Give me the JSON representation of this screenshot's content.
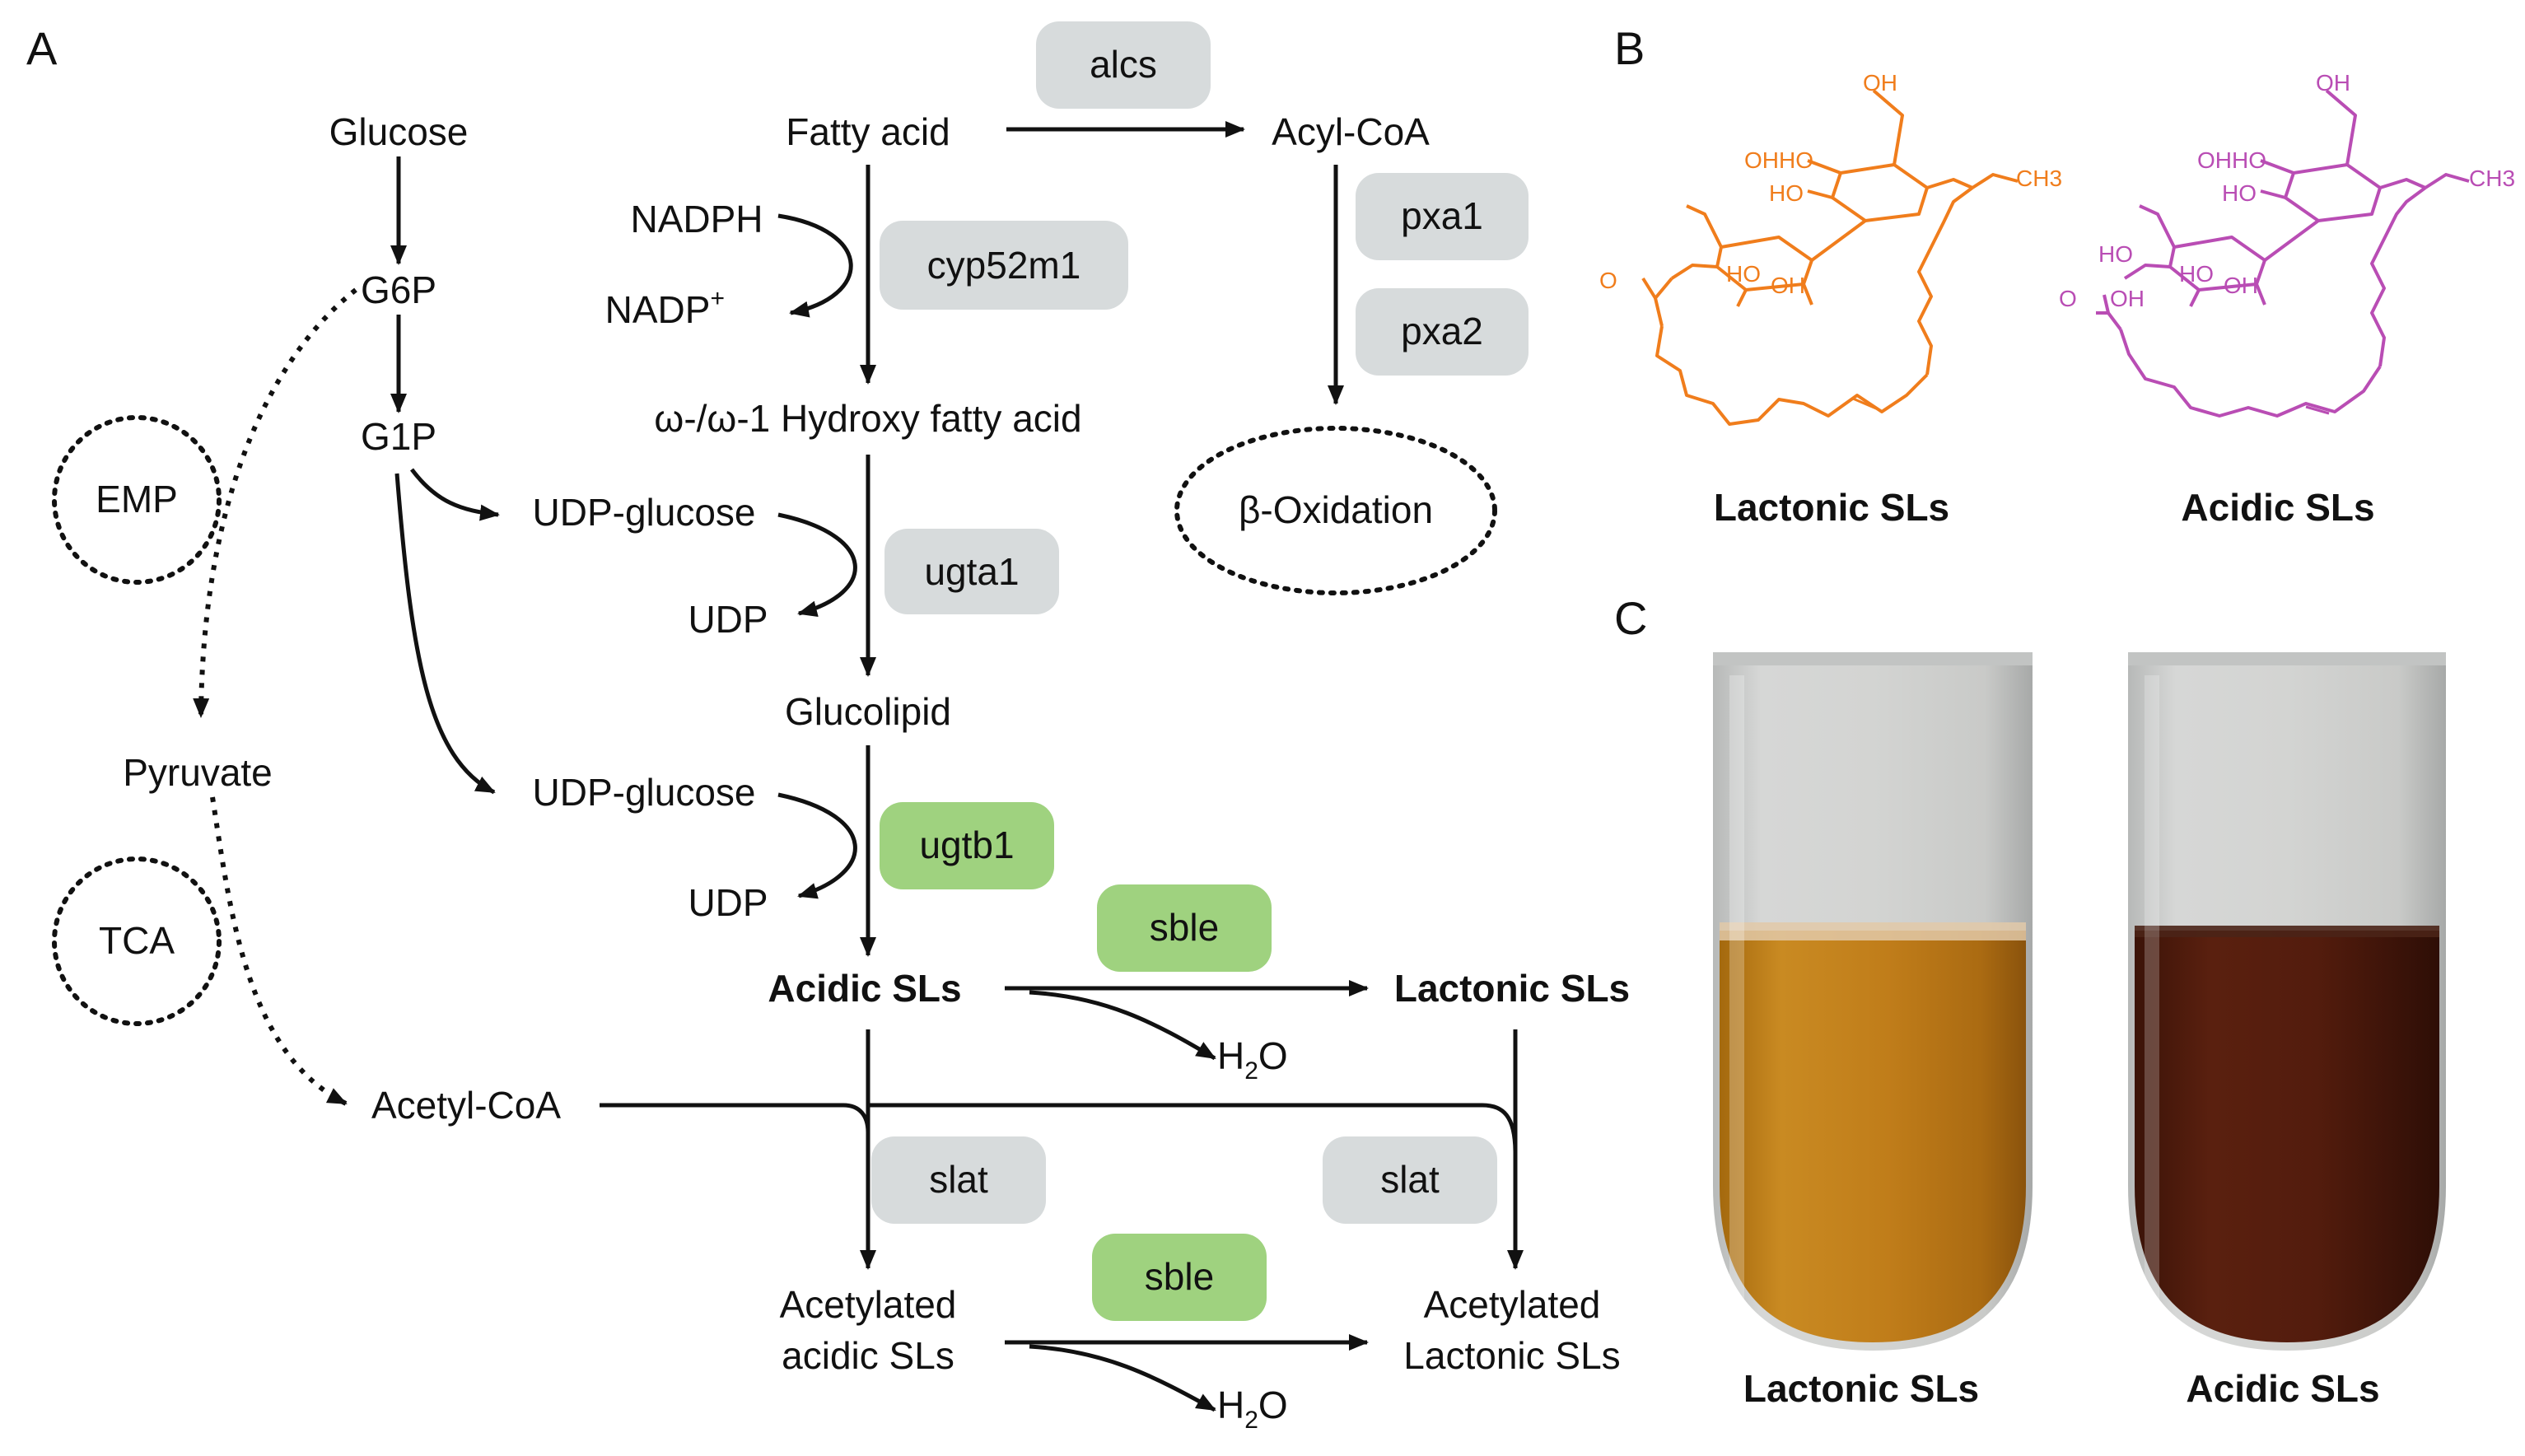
{
  "panels": {
    "a": "A",
    "b": "B",
    "c": "C"
  },
  "colors": {
    "acidic": "#d9348c",
    "lactonic": "#f07e1e",
    "lactonic_struct": "#f07d1c",
    "acidic_struct": "#b94db4",
    "enzyme_gray": "#d7dbdc",
    "enzyme_green": "#9fd27f",
    "line": "#111111"
  },
  "metabolites": {
    "glucose": "Glucose",
    "g6p": "G6P",
    "g1p": "G1P",
    "pyruvate": "Pyruvate",
    "acetyl_coa": "Acetyl-CoA",
    "fatty_acid": "Fatty acid",
    "acyl_coa": "Acyl-CoA",
    "nadph": "NADPH",
    "nadp_base": "NADP",
    "nadp_sup": "+",
    "hydroxy_fa": "ω-/ω-1 Hydroxy fatty acid",
    "udp_glucose": "UDP-glucose",
    "udp": "UDP",
    "glucolipid": "Glucolipid",
    "acidic_sls": "Acidic SLs",
    "lactonic_sls": "Lactonic SLs",
    "h2o_h": "H",
    "h2o_2": "2",
    "h2o_o": "O",
    "acetylated": "Acetylated",
    "acidic_lower": "acidic SLs",
    "lactonic_cap": "Lactonic SLs"
  },
  "cycles": {
    "emp": "EMP",
    "tca": "TCA",
    "beta_oxidation": "β-Oxidation"
  },
  "enzymes": {
    "alcs": "alcs",
    "cyp52m1": "cyp52m1",
    "pxa1": "pxa1",
    "pxa2": "pxa2",
    "ugta1": "ugta1",
    "ugtb1": "ugtb1",
    "sble": "sble",
    "slat": "slat"
  },
  "structures": {
    "oh": "OH",
    "ohho": "OHHO",
    "ho": "HO",
    "ch3": "CH3",
    "o": "O",
    "lactonic_caption": "Lactonic SLs",
    "acidic_caption": "Acidic SLs"
  },
  "tubes": {
    "lactonic_caption": "Lactonic SLs",
    "acidic_caption": "Acidic SLs"
  }
}
